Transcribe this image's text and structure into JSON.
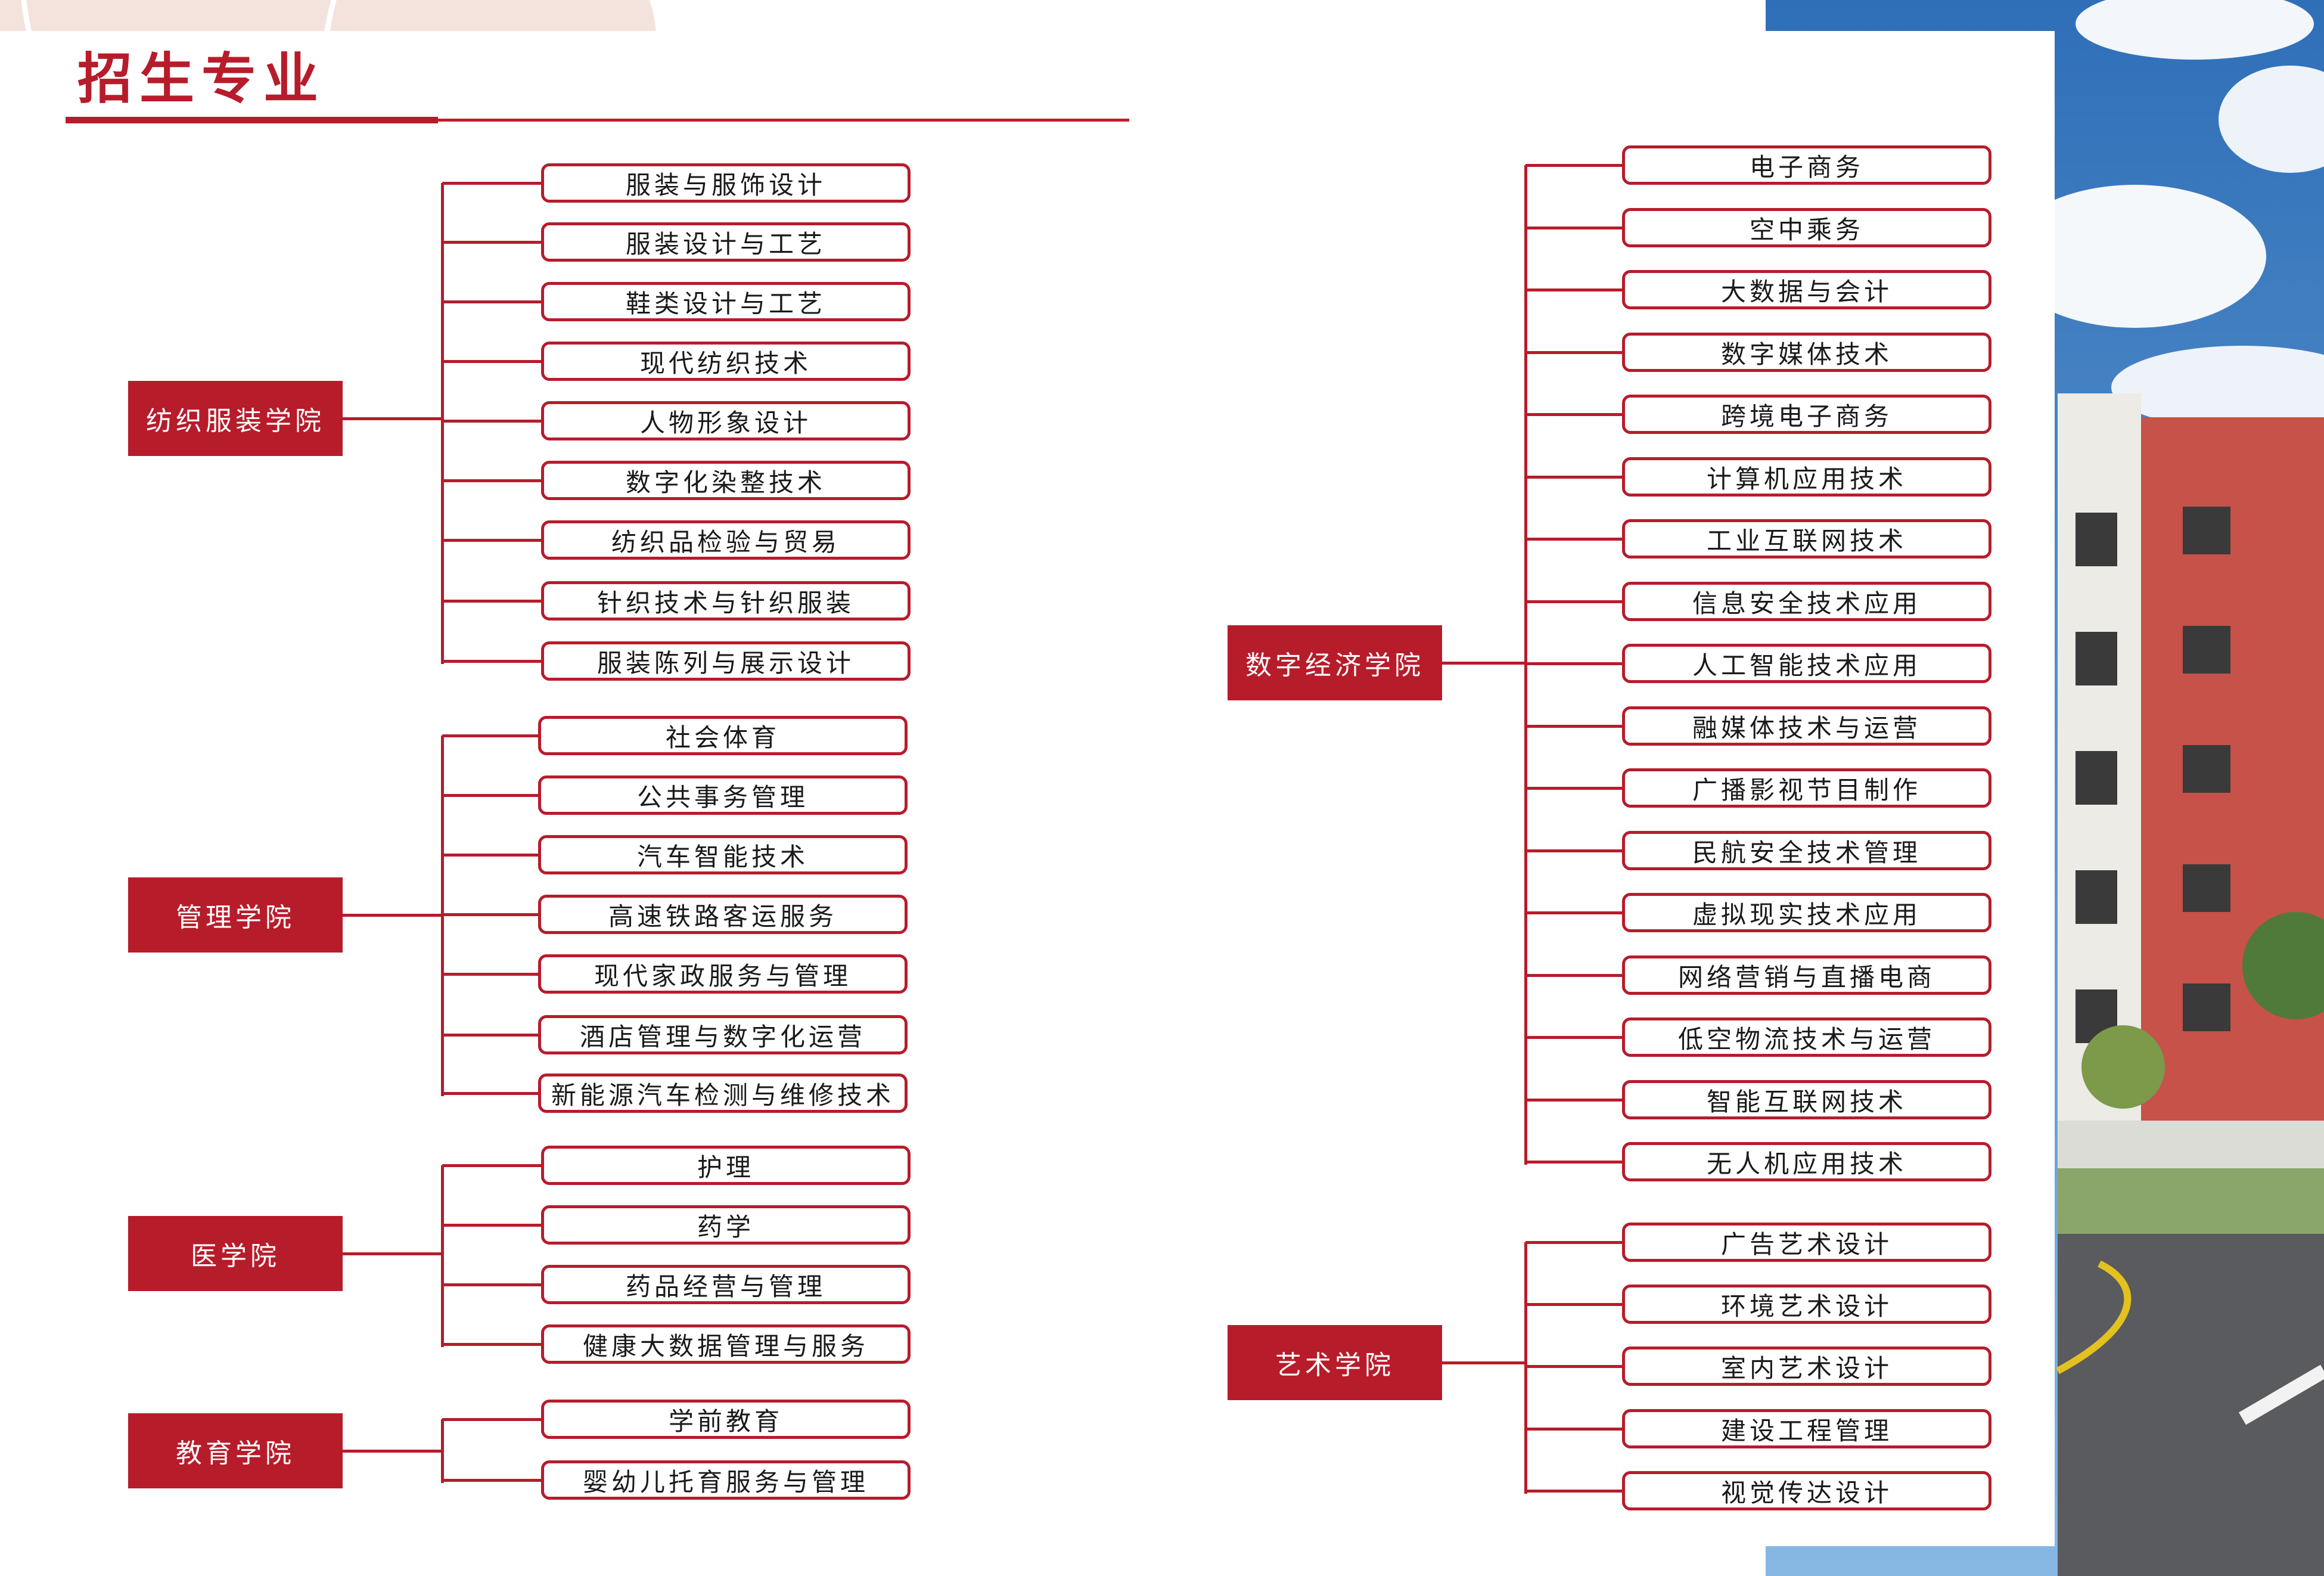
{
  "page": {
    "title": "招生专业"
  },
  "colors": {
    "accent": "#b71c2b",
    "petal": "#f4e3dd",
    "sky": "#3f7fc4",
    "brick": "#c9534a"
  },
  "colleges": [
    {
      "name": "纺织服装学院",
      "majors": [
        "服装与服饰设计",
        "服装设计与工艺",
        "鞋类设计与工艺",
        "现代纺织技术",
        "人物形象设计",
        "数字化染整技术",
        "纺织品检验与贸易",
        "针织技术与针织服装",
        "服装陈列与展示设计"
      ]
    },
    {
      "name": "管理学院",
      "majors": [
        "社会体育",
        "公共事务管理",
        "汽车智能技术",
        "高速铁路客运服务",
        "现代家政服务与管理",
        "酒店管理与数字化运营",
        "新能源汽车检测与维修技术"
      ]
    },
    {
      "name": "医学院",
      "majors": [
        "护理",
        "药学",
        "药品经营与管理",
        "健康大数据管理与服务"
      ]
    },
    {
      "name": "教育学院",
      "majors": [
        "学前教育",
        "婴幼儿托育服务与管理"
      ]
    },
    {
      "name": "数字经济学院",
      "majors": [
        "电子商务",
        "空中乘务",
        "大数据与会计",
        "数字媒体技术",
        "跨境电子商务",
        "计算机应用技术",
        "工业互联网技术",
        "信息安全技术应用",
        "人工智能技术应用",
        "融媒体技术与运营",
        "广播影视节目制作",
        "民航安全技术管理",
        "虚拟现实技术应用",
        "网络营销与直播电商",
        "低空物流技术与运营",
        "智能互联网技术",
        "无人机应用技术"
      ]
    },
    {
      "name": "艺术学院",
      "majors": [
        "广告艺术设计",
        "环境艺术设计",
        "室内艺术设计",
        "建设工程管理",
        "视觉传达设计"
      ]
    }
  ]
}
